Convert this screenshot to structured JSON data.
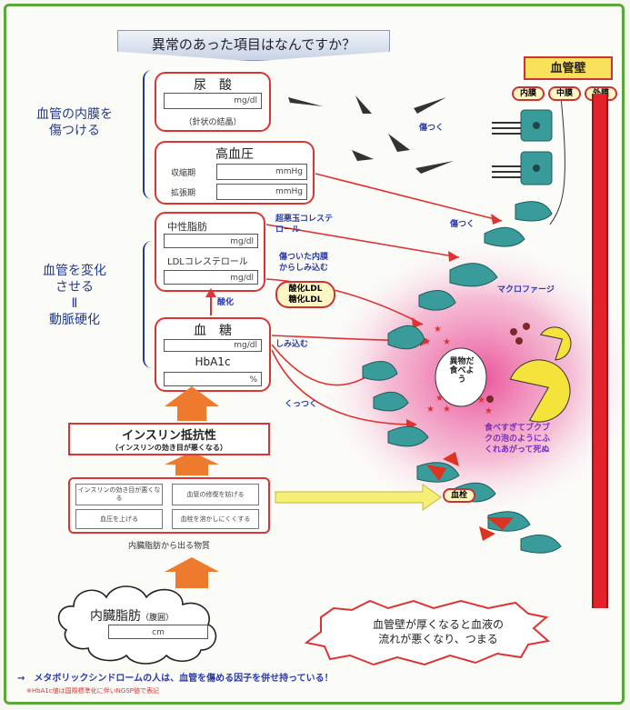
{
  "title": "異常のあった項目はなんですか？",
  "left_labels": {
    "damage_inner": "血管の内膜を傷つける",
    "change_vessel": [
      "血管を変化",
      "させる",
      "Ⅱ",
      "動脈硬化"
    ]
  },
  "uric_acid": {
    "title": "尿　酸",
    "unit": "mg/dl",
    "note": "（針状の結晶）"
  },
  "blood_pressure": {
    "title": "高血圧",
    "systolic_label": "収縮期",
    "diastolic_label": "拡張期",
    "unit": "mmHg"
  },
  "lipids": {
    "tg_label": "中性脂肪",
    "tg_unit": "mg/dl",
    "ldl_label": "LDLコレステロール",
    "ldl_unit": "mg/dl"
  },
  "glucose": {
    "title": "血　糖",
    "glucose_unit": "mg/dl",
    "hba1c_label": "HbA1c",
    "hba1c_unit": "%"
  },
  "annotations": {
    "kizutsuku1": "傷つく",
    "kizutsuku2": "傷つく",
    "super_bad": [
      "超悪玉コレステ",
      "ロール"
    ],
    "soak_in": [
      "傷ついた内膜",
      "からしみ込む"
    ],
    "oxidized": [
      "酸化LDL",
      "糖化LDL"
    ],
    "oxidation": "酸化",
    "shimikomu": "しみ込む",
    "kuttsuku": "くっつく",
    "macrophage": "マクロファージ",
    "speech": [
      "異",
      "物",
      "だ",
      "食",
      "べ",
      "よ",
      "う"
    ],
    "overeat": [
      "食べすぎてブクブ",
      "クの泡のようにふ",
      "くれあがって死ぬ"
    ],
    "thrombus": "血栓"
  },
  "vessel_wall": {
    "title": "血管壁",
    "layers": [
      "内膜",
      "中膜",
      "外膜"
    ]
  },
  "insulin": {
    "title": "インスリン抵抗性",
    "subtitle": "（インスリンの効き目が悪くなる）"
  },
  "effects": {
    "cells": [
      "インスリンの効き目が悪くなる",
      "血管の修復を妨げる",
      "血圧を上げる",
      "血栓を溶かしにくくする"
    ],
    "caption": "内臓脂肪から出る物質"
  },
  "visceral_fat": {
    "title": "内臓脂肪",
    "sub": "（腹囲）",
    "unit": "cm"
  },
  "conclusion": [
    "血管壁が厚くなると血液の",
    "流れが悪くなり、つまる"
  ],
  "footer": {
    "main": "→　メタボリックシンドロームの人は、血管を傷める因子を併せ持っている！",
    "note": "※HbA1c値は国際標準化に伴いNGSP値で表記"
  },
  "colors": {
    "frame": "#58a83a",
    "red": "#d33",
    "blue": "#2a3aa8",
    "cell": "#3a9b9b",
    "pink": "#e8338a",
    "yellow": "#f5e23a"
  }
}
